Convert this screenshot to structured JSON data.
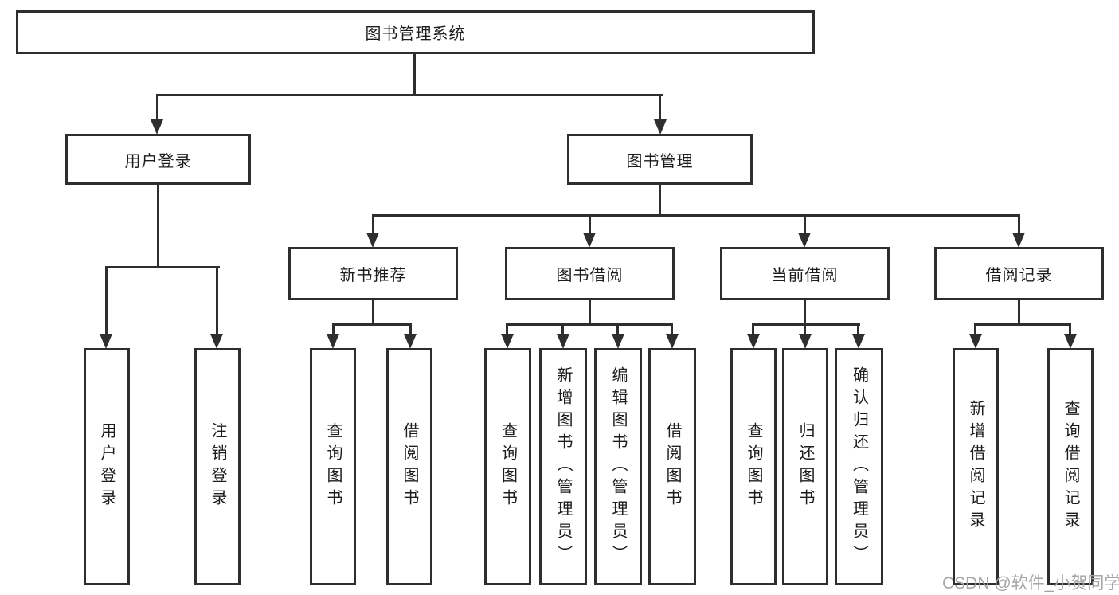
{
  "root": "图书管理系统",
  "branches": {
    "user": {
      "label": "用户登录",
      "children": [
        {
          "label": "用户登录"
        },
        {
          "label": "注销登录"
        }
      ]
    },
    "book": {
      "label": "图书管理",
      "groups": [
        {
          "label": "新书推荐",
          "children": [
            {
              "label": "查询图书"
            },
            {
              "label": "借阅图书"
            }
          ]
        },
        {
          "label": "图书借阅",
          "children": [
            {
              "label": "查询图书"
            },
            {
              "label": "新增图书（管理员）"
            },
            {
              "label": "编辑图书（管理员）"
            },
            {
              "label": "借阅图书"
            }
          ]
        },
        {
          "label": "当前借阅",
          "children": [
            {
              "label": "查询图书"
            },
            {
              "label": "归还图书"
            },
            {
              "label": "确认归还（管理员）"
            }
          ]
        },
        {
          "label": "借阅记录",
          "children": [
            {
              "label": "新增借阅记录"
            },
            {
              "label": "查询借阅记录"
            }
          ]
        }
      ]
    }
  },
  "colors": {
    "line": "#2e2e2e",
    "text": "#1c1c1c",
    "watermark": "#a6a6a6"
  },
  "watermark": {
    "text": "CSDN @软件_小贺同学"
  }
}
